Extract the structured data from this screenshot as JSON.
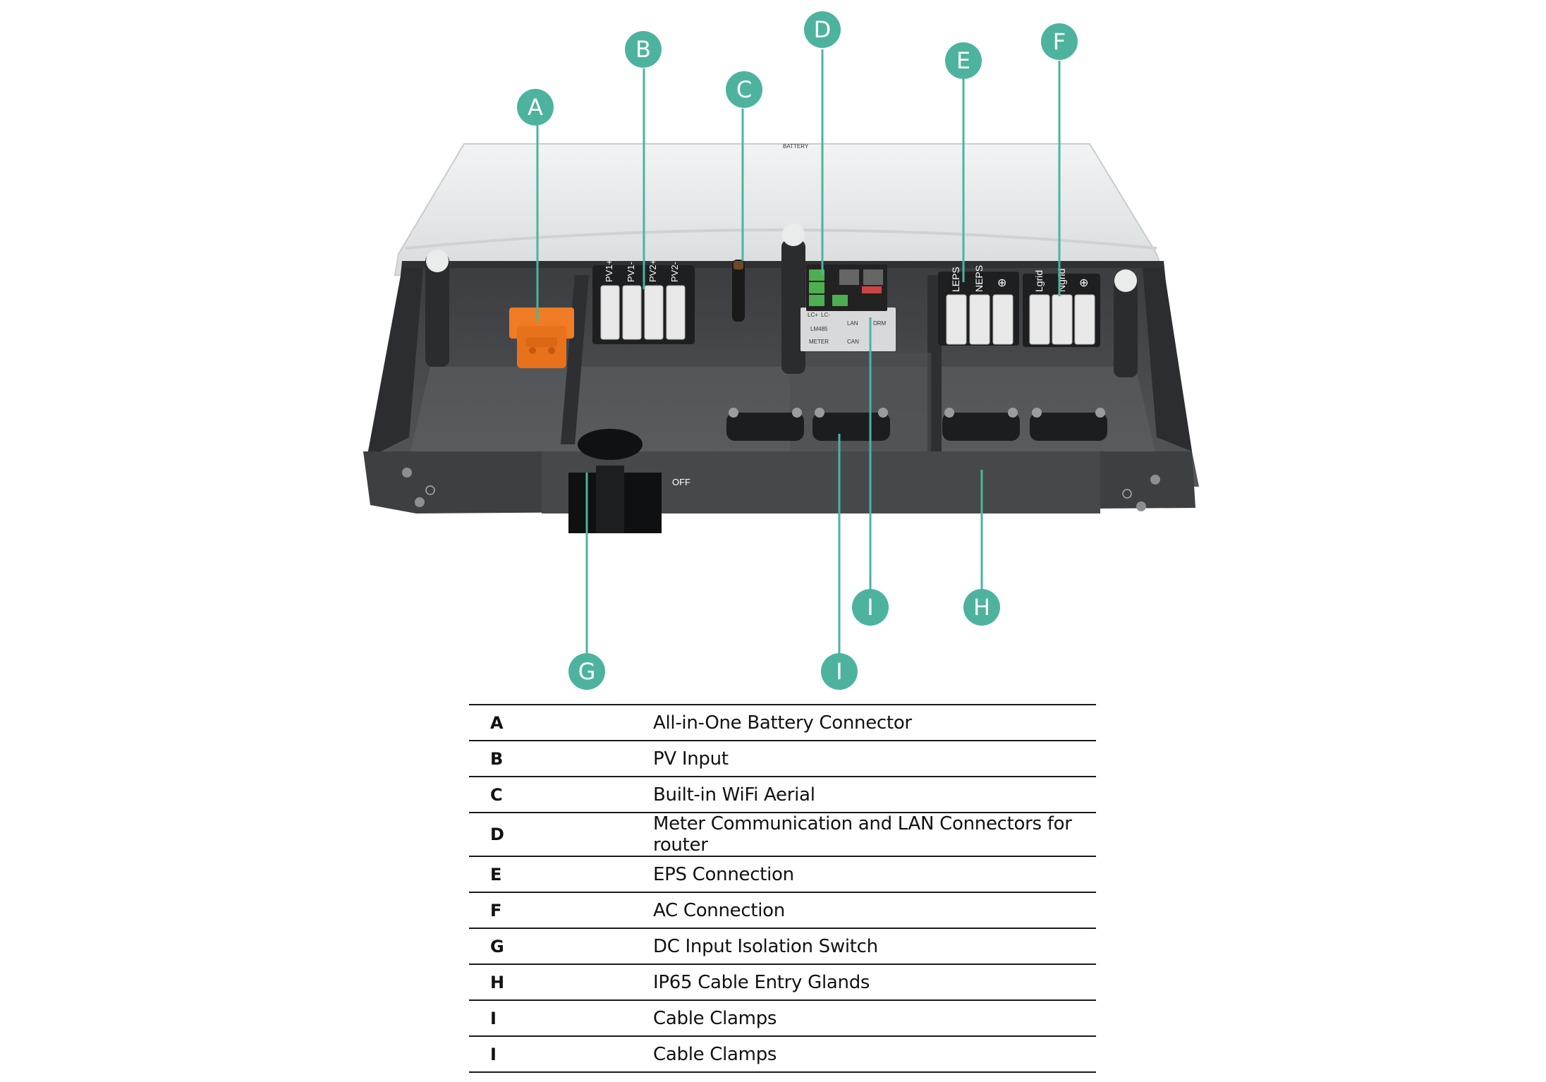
{
  "colors": {
    "callout": "#4db39e",
    "connector_orange": "#f07c25",
    "terminal_green": "#4caf50",
    "lid": "#e6e8e9",
    "housing": "#4a4c4f"
  },
  "device_labels": {
    "lid": "BATTERY",
    "pv": [
      "PV1+",
      "PV1-",
      "PV2+",
      "PV2-"
    ],
    "eps": [
      "LEPS",
      "NEPS",
      "⊕"
    ],
    "grid": [
      "Lgrid",
      "Ngrid",
      "⊕"
    ],
    "comms": [
      "LC+",
      "LC-",
      "LM485",
      "METER",
      "LAN",
      "CAN",
      "DRM"
    ],
    "switch": "OFF"
  },
  "callouts": [
    {
      "id": "A",
      "label": "A"
    },
    {
      "id": "B",
      "label": "B"
    },
    {
      "id": "C",
      "label": "C"
    },
    {
      "id": "D",
      "label": "D"
    },
    {
      "id": "E",
      "label": "E"
    },
    {
      "id": "F",
      "label": "F"
    },
    {
      "id": "G",
      "label": "G"
    },
    {
      "id": "H",
      "label": "H"
    },
    {
      "id": "I1",
      "label": "I"
    },
    {
      "id": "I2",
      "label": "I"
    }
  ],
  "legend": [
    {
      "key": "A",
      "desc": "All-in-One Battery Connector"
    },
    {
      "key": "B",
      "desc": "PV Input"
    },
    {
      "key": "C",
      "desc": "Built-in WiFi Aerial"
    },
    {
      "key": "D",
      "desc": "Meter Communication and LAN Connectors for router"
    },
    {
      "key": "E",
      "desc": "EPS Connection"
    },
    {
      "key": "F",
      "desc": "AC Connection"
    },
    {
      "key": "G",
      "desc": "DC Input Isolation Switch"
    },
    {
      "key": "H",
      "desc": "IP65 Cable Entry Glands"
    },
    {
      "key": "I",
      "desc": "Cable Clamps"
    },
    {
      "key": "I",
      "desc": "Cable Clamps"
    }
  ]
}
